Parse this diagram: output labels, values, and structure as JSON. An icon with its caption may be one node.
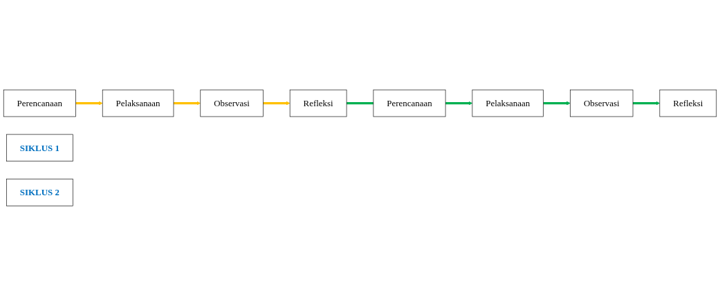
{
  "diagram": {
    "nodes": [
      {
        "text": [
          "Perencanaan"
        ]
      },
      {
        "text": [
          "Pelaksanaan"
        ]
      },
      {
        "text": [
          "SIKLUS 1"
        ]
      },
      {
        "text": [
          "Refleksi"
        ]
      },
      {
        "text": [
          "Observasi"
        ]
      },
      {
        "text": [
          "Perencanaan"
        ]
      },
      {
        "text": [
          "SIKLUS 2"
        ]
      },
      {
        "text": [
          "Refleksi"
        ]
      },
      {
        "text": [
          "Pelaksanaan"
        ]
      },
      {
        "text": [
          "Observasi"
        ]
      }
    ],
    "edges": [
      {
        "from": 0,
        "to": 1,
        "arrow": "to",
        "color": "#ffc000"
      },
      {
        "from": 1,
        "to": 4,
        "arrow": "to",
        "color": "#ffc000"
      },
      {
        "from": 4,
        "to": 3,
        "arrow": "to",
        "color": "#ffc000"
      },
      {
        "from": 3,
        "to": 5,
        "arrow": "none",
        "color": "#00b050"
      },
      {
        "from": 5,
        "to": 8,
        "arrow": "to",
        "color": "#00b050"
      },
      {
        "from": 8,
        "to": 9,
        "arrow": "to",
        "color": "#00b050"
      },
      {
        "from": 9,
        "to": 7,
        "arrow": "to",
        "color": "#00b050"
      }
    ]
  }
}
